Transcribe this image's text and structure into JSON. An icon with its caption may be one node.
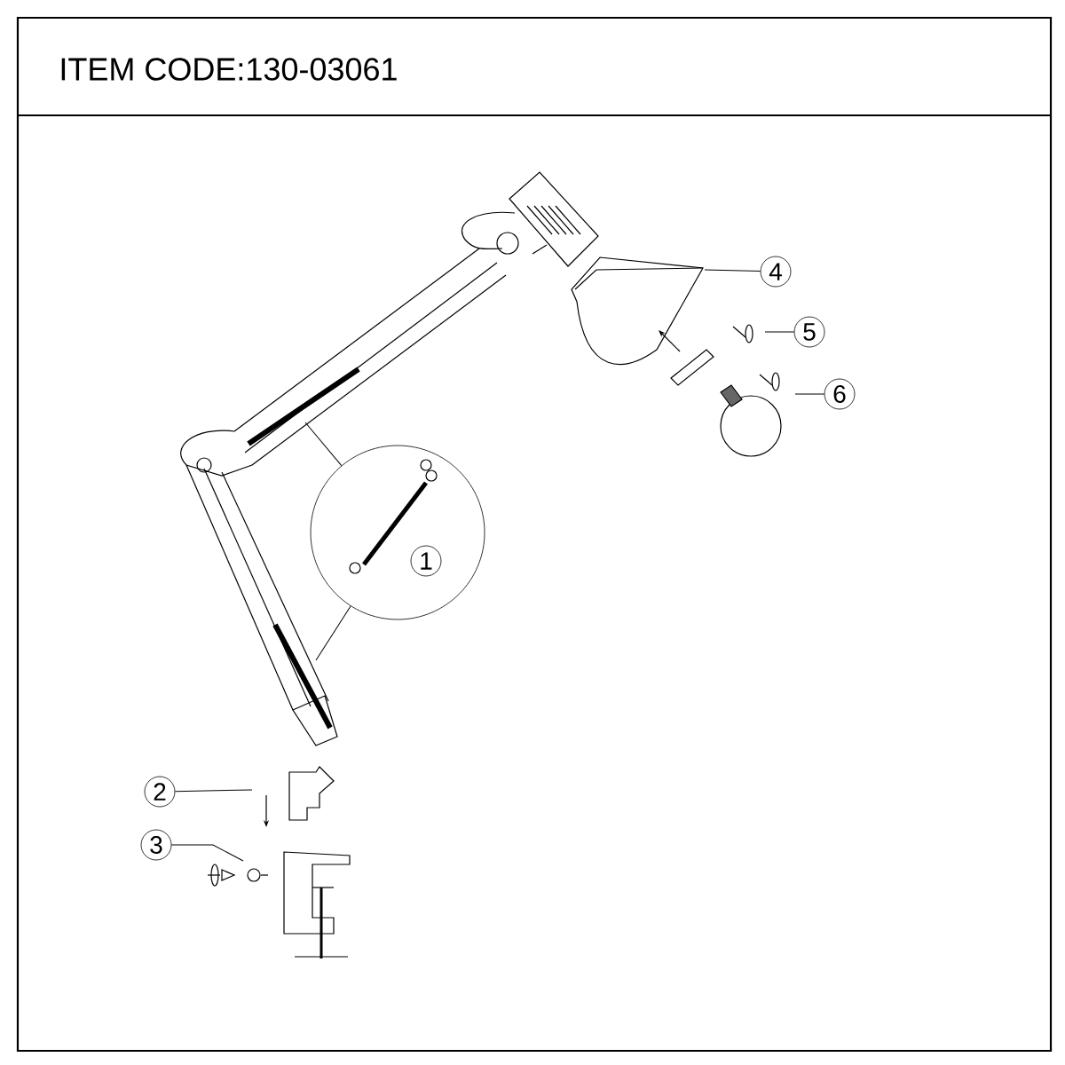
{
  "diagram": {
    "title": "ITEM CODE:130-03061",
    "nodes": [
      {
        "text": [],
        "shape": "circle"
      },
      {
        "text": [
          "1"
        ],
        "in": 0
      },
      {
        "text": [
          "2"
        ]
      },
      {
        "text": [
          "3"
        ]
      },
      {
        "text": [
          "4"
        ]
      },
      {
        "text": [
          "5"
        ]
      },
      {
        "text": [
          "6"
        ]
      }
    ],
    "edges": [
      {
        "from": 0,
        "to": null,
        "arrow": "none"
      },
      {
        "from": 0,
        "to": null,
        "arrow": "none"
      },
      {
        "from": 2,
        "to": null,
        "arrow": "none"
      },
      {
        "from": 3,
        "to": null,
        "arrow": "none"
      },
      {
        "from": 4,
        "to": null,
        "arrow": "none"
      },
      {
        "from": 5,
        "to": null,
        "arrow": "none"
      },
      {
        "from": 6,
        "to": null,
        "arrow": "none"
      }
    ]
  }
}
